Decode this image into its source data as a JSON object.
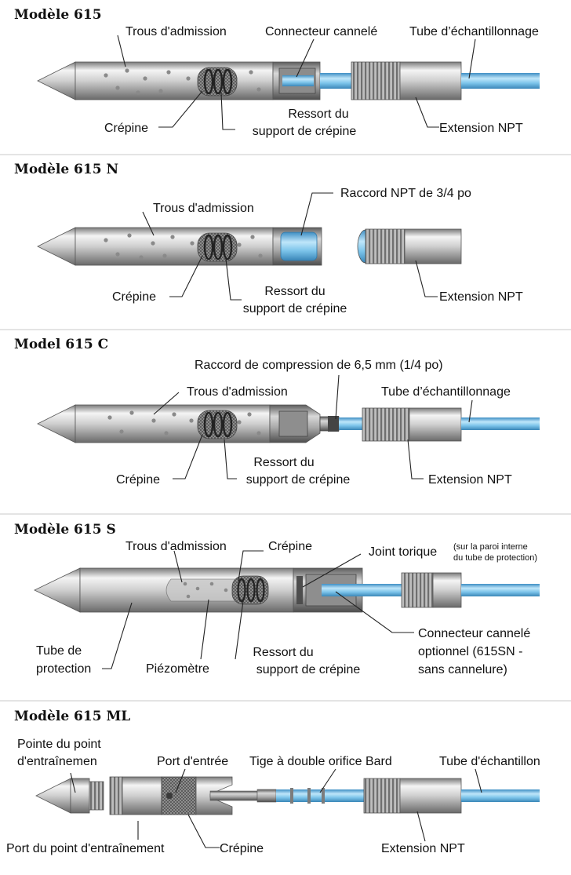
{
  "colors": {
    "metal_light": "#f2f2f2",
    "metal_mid": "#b4b4b4",
    "metal_dark": "#6e6e6e",
    "tube_blue": "#7cc4ea",
    "tube_blue_dark": "#3f8fc4",
    "line": "#222222"
  },
  "sections": [
    {
      "title": "Modèle 615",
      "labels": {
        "holes": "Trous d'admission",
        "barbed": "Connecteur cannelé",
        "tubing": "Tube d’échantillonnage",
        "spring_1": "Ressort du",
        "spring_2": "support de crépine",
        "screen": "Crépine",
        "npt": "Extension NPT"
      }
    },
    {
      "title": "Modèle 615 N",
      "labels": {
        "holes": "Trous d'admission",
        "fitting": "Raccord NPT de 3/4 po",
        "screen": "Crépine",
        "spring_1": "Ressort du",
        "spring_2": "support de crépine",
        "npt": "Extension NPT"
      }
    },
    {
      "title": "Model 615 C",
      "labels": {
        "compression": "Raccord de compression de 6,5 mm (1/4 po)",
        "holes": "Trous d'admission",
        "tubing": "Tube d’échantillonnage",
        "spring_1": "Ressort du",
        "spring_2": "support de crépine",
        "screen": "Crépine",
        "npt": "Extension NPT"
      }
    },
    {
      "title": "Modèle 615 S",
      "labels": {
        "holes": "Trous d'admission",
        "screen": "Crépine",
        "oring": "Joint torique",
        "oring_note_1": "(sur la paroi interne",
        "oring_note_2": "du tube de protection)",
        "shield_1": "Tube de",
        "shield_2": "protection",
        "piezo": "Piézomètre",
        "spring_1": "Ressort du",
        "spring_2": "support de crépine",
        "barbed_1": "Connecteur cannelé",
        "barbed_2": "optionnel (615SN -",
        "barbed_3": "sans cannelure)"
      }
    },
    {
      "title": "Modèle 615 ML",
      "labels": {
        "tip_1": "Pointe du point",
        "tip_2": "d'entraînemen",
        "port": "Port d'entrée",
        "stem": "Tige à double orifice Bard",
        "tubing": "Tube d'échantillon",
        "drive_port": "Port du point d'entraînement",
        "screen": "Crépine",
        "npt": "Extension NPT"
      }
    }
  ]
}
